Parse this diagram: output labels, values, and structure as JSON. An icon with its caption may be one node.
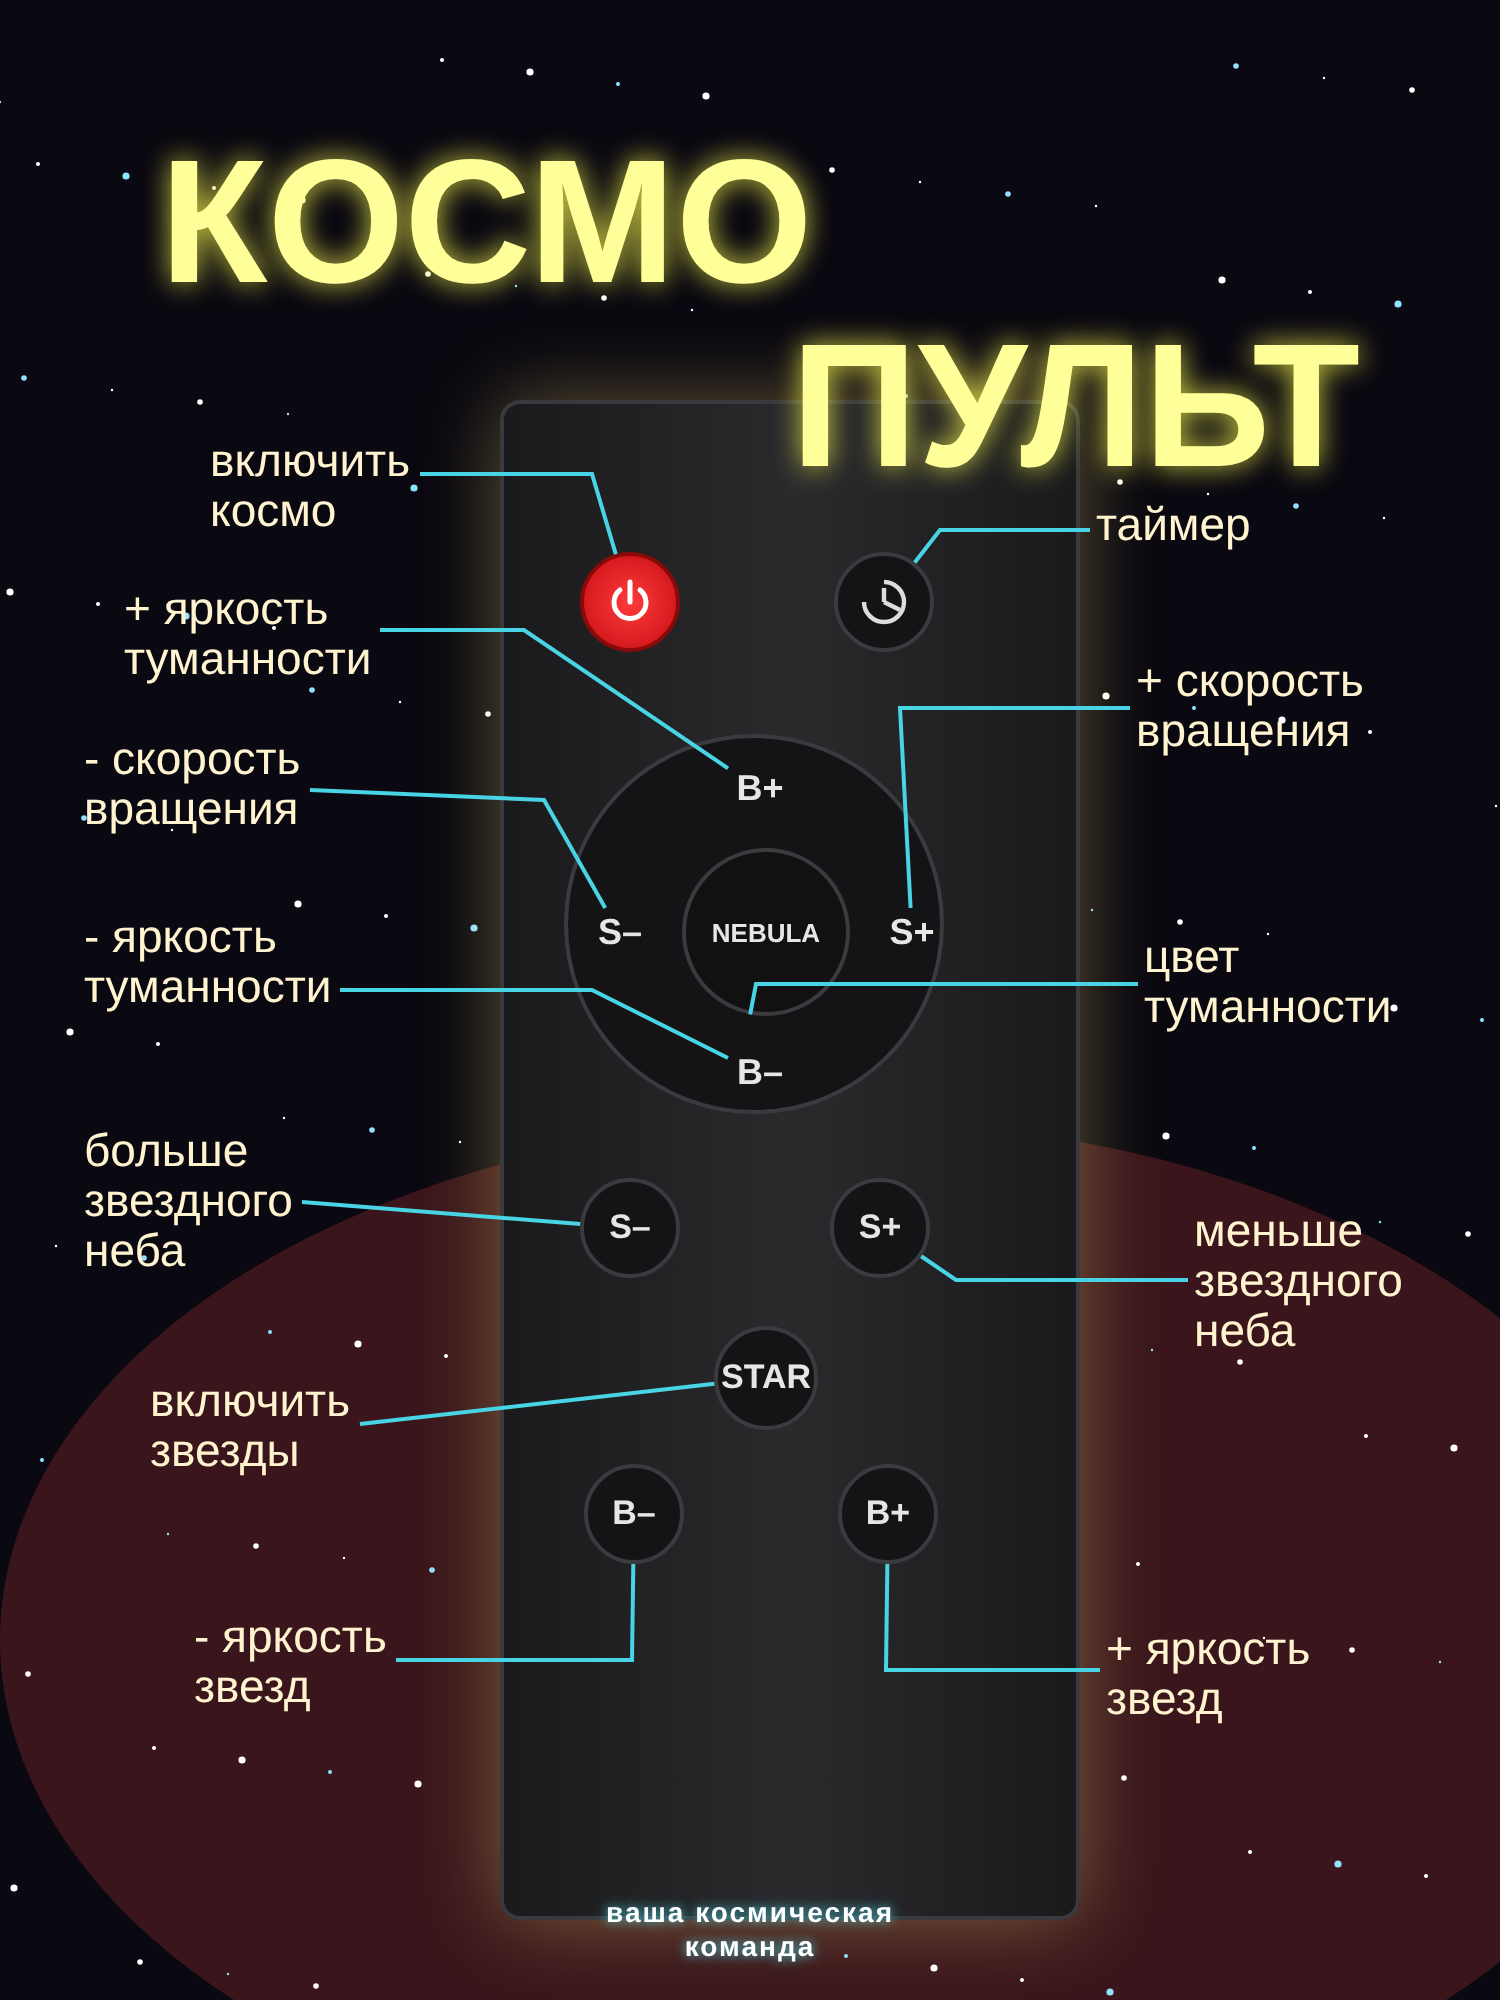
{
  "diagram": {
    "title": "КОСМО ПУЛЬТ",
    "nodes": [
      {
        "text": [],
        "shape": "picture"
      },
      {
        "text": [
          "включить космо"
        ]
      },
      {
        "text": [],
        "shape": "circle",
        "in": 0
      },
      {
        "text": [
          "таймер"
        ]
      },
      {
        "text": [],
        "shape": "circle",
        "in": 0
      },
      {
        "text": [
          "+ яркость туманности"
        ]
      },
      {
        "text": [],
        "shape": "circle",
        "in": 0
      },
      {
        "text": [
          "B+"
        ],
        "in": 6
      },
      {
        "text": [
          "+ скорость вращения"
        ]
      },
      {
        "text": [
          "- скорость вращения"
        ]
      },
      {
        "text": [
          "S–"
        ],
        "in": 6
      },
      {
        "text": [
          "NEBULA"
        ],
        "in": 6
      },
      {
        "text": [
          "S+"
        ],
        "in": 6
      },
      {
        "text": [
          "- яркость туманности"
        ]
      },
      {
        "text": [
          "цвет туманности"
        ]
      },
      {
        "text": [
          "B–"
        ],
        "in": 6
      },
      {
        "text": [
          "больше звездного неба"
        ]
      },
      {
        "text": [
          "S–"
        ],
        "in": 0
      },
      {
        "text": [
          "S+"
        ],
        "in": 0
      },
      {
        "text": [
          "меньше звездного неба"
        ]
      },
      {
        "text": [
          "STAR"
        ],
        "in": 0
      },
      {
        "text": [
          "включить звезды"
        ]
      },
      {
        "text": [
          "B–"
        ],
        "in": 0
      },
      {
        "text": [
          "B+"
        ],
        "in": 0
      },
      {
        "text": [
          "- яркость звезд"
        ]
      },
      {
        "text": [
          "+ яркость звезд"
        ]
      }
    ],
    "edges": [
      {
        "from": 1,
        "to": 2,
        "arrow": "none"
      },
      {
        "from": 3,
        "to": 4,
        "arrow": "none"
      },
      {
        "from": 5,
        "to": 7,
        "arrow": "none"
      },
      {
        "from": 8,
        "to": 12,
        "arrow": "none"
      },
      {
        "from": 9,
        "to": 10,
        "arrow": "none"
      },
      {
        "from": 13,
        "to": 15,
        "arrow": "none"
      },
      {
        "from": 14,
        "to": 11,
        "arrow": "none"
      },
      {
        "from": 16,
        "to": 17,
        "arrow": "none"
      },
      {
        "from": 19,
        "to": 18,
        "arrow": "none"
      },
      {
        "from": 21,
        "to": 20,
        "arrow": "none"
      },
      {
        "from": 24,
        "to": 22,
        "arrow": "none"
      },
      {
        "from": 25,
        "to": 23,
        "arrow": "none"
      }
    ],
    "labels": [
      "ваша космическая команда"
    ]
  }
}
